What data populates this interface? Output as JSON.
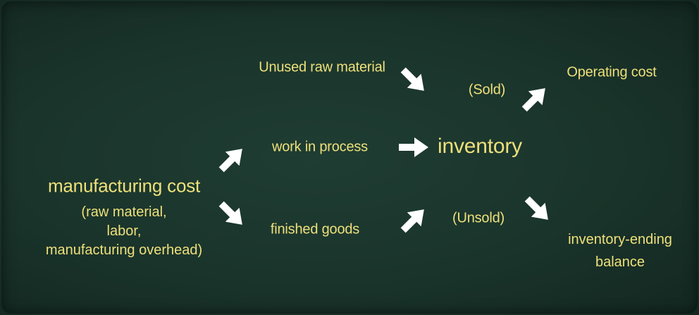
{
  "diagram": {
    "source": {
      "title": "manufacturing cost",
      "details": [
        "(raw material,",
        "labor,",
        "manufacturing overhead)"
      ]
    },
    "stages": {
      "unused_raw_material": "Unused raw material",
      "work_in_process": "work in process",
      "finished_goods": "finished goods"
    },
    "center": "inventory",
    "branches": {
      "sold": "(Sold)",
      "unsold": "(Unsold)"
    },
    "outcomes": {
      "operating_cost": "Operating cost",
      "ending_balance_line1": "inventory-ending",
      "ending_balance_line2": "balance"
    },
    "colors": {
      "text": "#eee07a",
      "arrow": "#ffffff",
      "board": "#1b362d"
    },
    "icons": [
      "arrow-up-right-icon",
      "arrow-down-right-icon",
      "arrow-right-icon"
    ]
  }
}
